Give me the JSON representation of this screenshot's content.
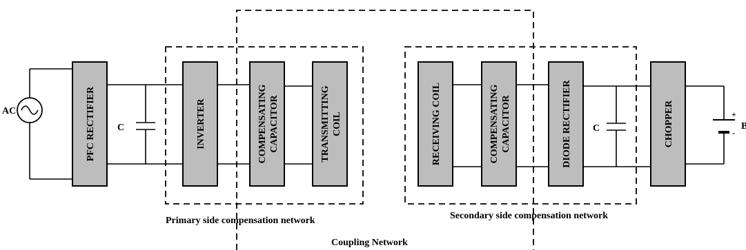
{
  "blocks": {
    "pfc_rectifier": "PFC RECTIFIER",
    "inverter": "INVERTER",
    "compensating_capacitor_primary": [
      "COMPENSATING",
      "CAPACITOR"
    ],
    "transmitting_coil": [
      "TRANSMITTING",
      "COIL"
    ],
    "receiving_coil": "RECEIVING COIL",
    "compensating_capacitor_secondary": [
      "COMPENSATING",
      "CAPACITOR"
    ],
    "diode_rectifier": "DIODE RECTIFIER",
    "chopper": "CHOPPER"
  },
  "labels": {
    "ac_source": "AC",
    "capacitor_primary": "C",
    "capacitor_secondary": "C",
    "battery": "B",
    "battery_plus": "+",
    "battery_minus": "-"
  },
  "regions": {
    "primary": "Primary side compensation network",
    "secondary": "Secondary side compensation network",
    "coupling": "Coupling Network"
  }
}
